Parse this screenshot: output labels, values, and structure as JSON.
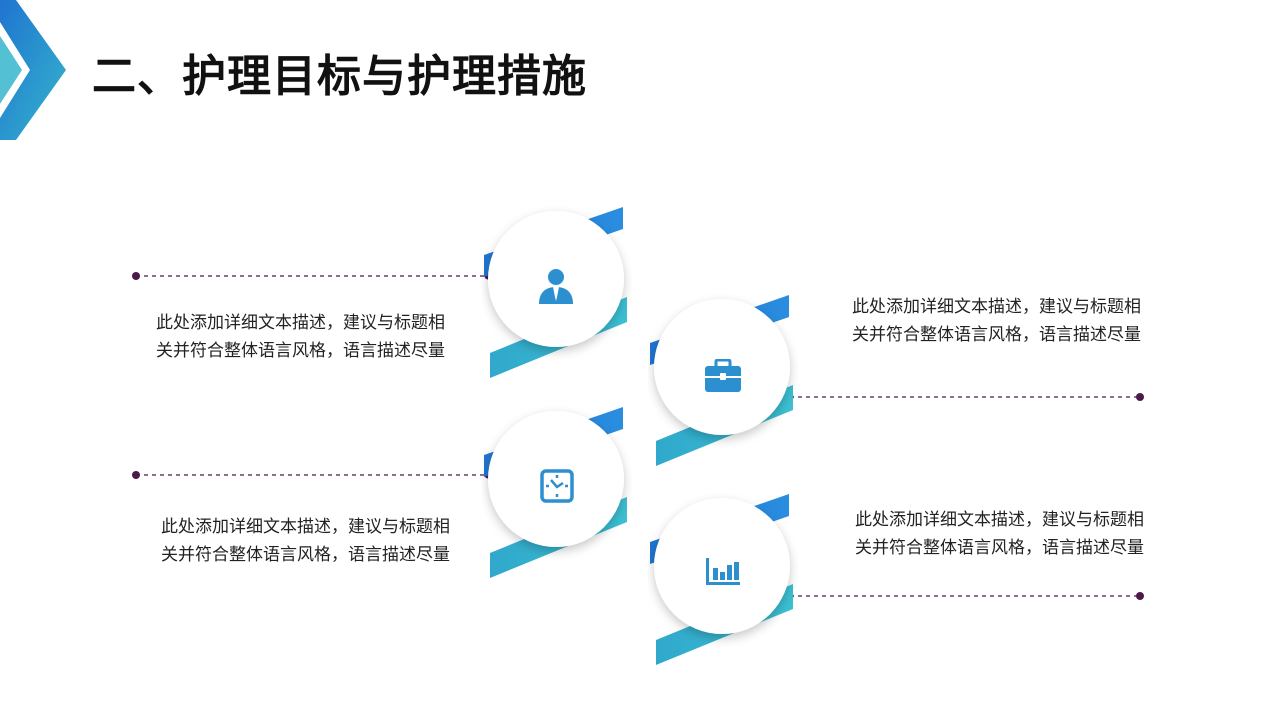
{
  "header": {
    "title": "二、护理目标与护理措施"
  },
  "colors": {
    "accent_blue": "#1f74d0",
    "accent_teal": "#35b5cc",
    "connector": "#4a1a4a"
  },
  "steps": [
    {
      "icon": "person-icon",
      "description": "此处添加详细文本描述，建议与标题相关并符合整体语言风格，语言描述尽量"
    },
    {
      "icon": "briefcase-icon",
      "description": "此处添加详细文本描述，建议与标题相关并符合整体语言风格，语言描述尽量"
    },
    {
      "icon": "clock-icon",
      "description": "此处添加详细文本描述，建议与标题相关并符合整体语言风格，语言描述尽量"
    },
    {
      "icon": "bar-chart-icon",
      "description": "此处添加详细文本描述，建议与标题相关并符合整体语言风格，语言描述尽量"
    }
  ]
}
